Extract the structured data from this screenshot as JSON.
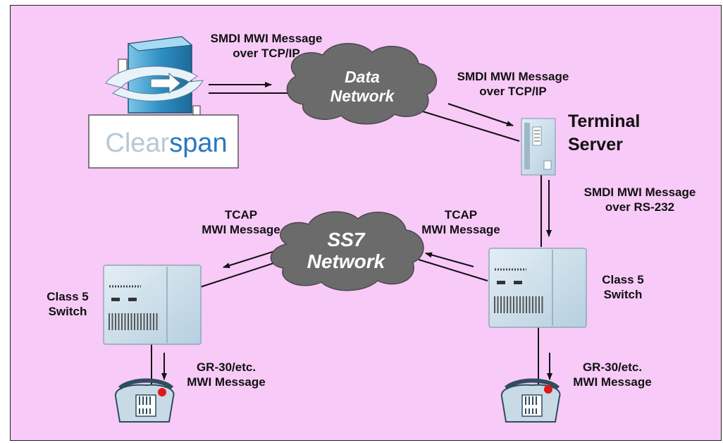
{
  "nodes": {
    "clearspan": {
      "logo_part1": "Clear",
      "logo_part2": "span"
    },
    "data_network": {
      "label": "Data\nNetwork"
    },
    "ss7_network": {
      "label": "SS7\nNetwork"
    },
    "terminal_server": {
      "label": "Terminal\nServer"
    },
    "left_switch": {
      "label": "Class 5\nSwitch"
    },
    "right_switch": {
      "label": "Class 5\nSwitch"
    }
  },
  "edges": {
    "clearspan_to_data": {
      "label": "SMDI MWI Message\nover TCP/IP"
    },
    "data_to_terminal": {
      "label": "SMDI MWI Message\nover TCP/IP"
    },
    "terminal_to_switch": {
      "label": "SMDI MWI Message\nover RS-232"
    },
    "ss7_to_left": {
      "label": "TCAP\nMWI Message"
    },
    "right_to_ss7": {
      "label": "TCAP\nMWI Message"
    },
    "left_to_phone": {
      "label": "GR-30/etc.\nMWI Message"
    },
    "right_to_phone": {
      "label": "GR-30/etc.\nMWI Message"
    }
  },
  "colors": {
    "background": "#f8caf8",
    "cloud": "#6b6b6b",
    "equipment": "#cfe1ec",
    "clearspan_box": "#2f8fc4",
    "logo_gray": "#b9c8d4",
    "logo_blue": "#2a78c0",
    "mwi_lamp": "#e01818"
  }
}
